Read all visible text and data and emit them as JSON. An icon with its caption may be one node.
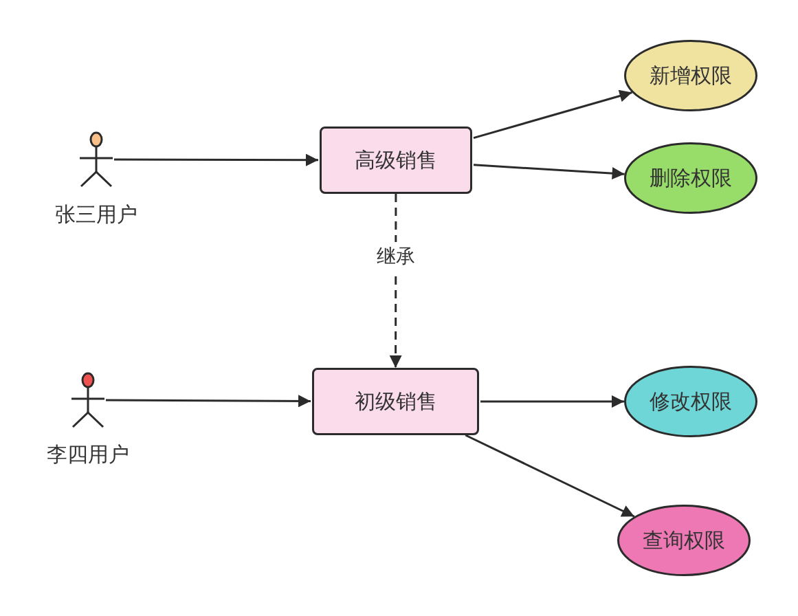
{
  "diagram": {
    "nodes": [
      {
        "text": [
          "张三用户"
        ]
      },
      {
        "text": [
          "高级销售"
        ]
      },
      {
        "text": [
          "新增权限"
        ]
      },
      {
        "text": [
          "删除权限"
        ]
      },
      {
        "text": [
          "李四用户"
        ]
      },
      {
        "text": [
          "初级销售"
        ]
      },
      {
        "text": [
          "修改权限"
        ]
      },
      {
        "text": [
          "查询权限"
        ]
      }
    ],
    "edges": [
      {
        "from": 0,
        "to": 1,
        "arrow": "to"
      },
      {
        "from": 1,
        "to": 2,
        "arrow": "to"
      },
      {
        "from": 1,
        "to": 3,
        "arrow": "to"
      },
      {
        "from": 1,
        "to": 5,
        "arrow": "to",
        "style": "dashed",
        "label": "继承"
      },
      {
        "from": 4,
        "to": 5,
        "arrow": "to"
      },
      {
        "from": 5,
        "to": 6,
        "arrow": "to"
      },
      {
        "from": 5,
        "to": 7,
        "arrow": "to"
      }
    ]
  }
}
